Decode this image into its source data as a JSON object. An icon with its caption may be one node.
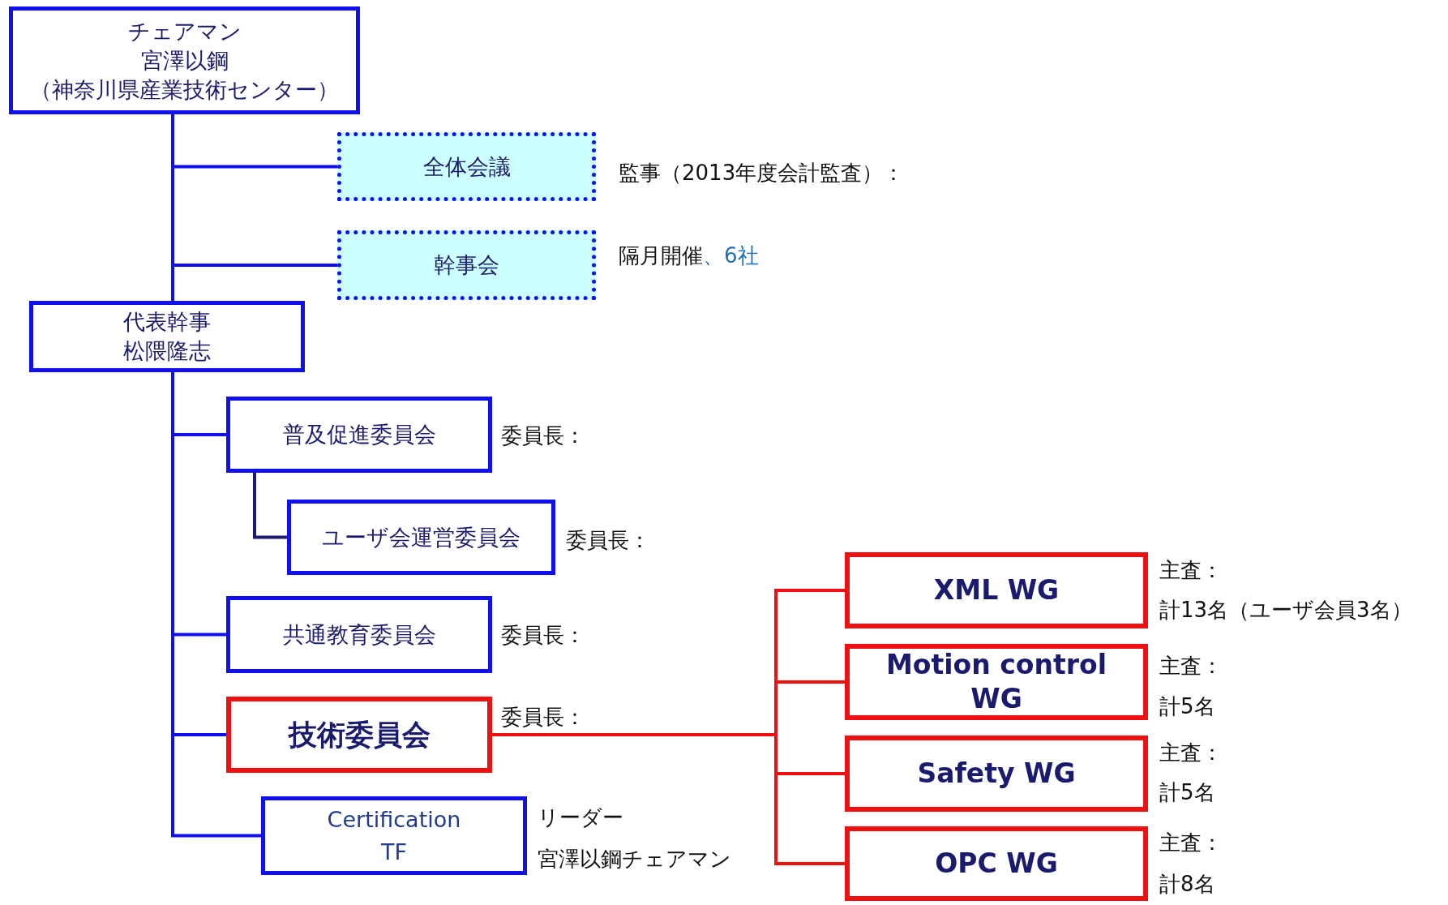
{
  "diagram": {
    "nodes": [
      {
        "text": [
          "チェアマン",
          "宮澤以鋼",
          "（神奈川県産業技術センター）"
        ]
      },
      {
        "text": [
          "全体会議"
        ],
        "beside": [
          "監事（2013年度会計監査）："
        ]
      },
      {
        "text": [
          "幹事会"
        ],
        "beside": [
          "隔月開催",
          "、6社"
        ]
      },
      {
        "text": [
          "代表幹事",
          "松隈隆志"
        ]
      },
      {
        "text": [
          "普及促進委員会"
        ],
        "beside": [
          "委員長："
        ]
      },
      {
        "text": [
          "ユーザ会運営委員会"
        ],
        "beside": [
          "委員長："
        ]
      },
      {
        "text": [
          "共通教育委員会"
        ],
        "beside": [
          "委員長："
        ]
      },
      {
        "text": [
          "技術委員会"
        ],
        "beside": [
          "委員長："
        ]
      },
      {
        "text": [
          "Certification TF"
        ],
        "beside": [
          "リーダー",
          "宮澤以鋼チェアマン"
        ]
      },
      {
        "text": [
          "XML WG"
        ],
        "beside": [
          "主査：",
          "計13名（ユーザ会員3名）"
        ]
      },
      {
        "text": [
          "Motion control WG"
        ],
        "beside": [
          "主査：",
          "計5名"
        ]
      },
      {
        "text": [
          "Safety WG"
        ],
        "beside": [
          "主査：",
          "計5名"
        ]
      },
      {
        "text": [
          "OPC WG"
        ],
        "beside": [
          "主査：",
          "計8名"
        ]
      }
    ],
    "edges": [
      {
        "from": 0,
        "to": 1,
        "arrow": "none"
      },
      {
        "from": 0,
        "to": 2,
        "arrow": "none"
      },
      {
        "from": 0,
        "to": 3,
        "arrow": "none"
      },
      {
        "from": 3,
        "to": 4,
        "arrow": "none"
      },
      {
        "from": 4,
        "to": 5,
        "arrow": "none",
        "color": "#1a1a6e"
      },
      {
        "from": 3,
        "to": 6,
        "arrow": "none"
      },
      {
        "from": 3,
        "to": 7,
        "arrow": "none"
      },
      {
        "from": 3,
        "to": 8,
        "arrow": "none"
      },
      {
        "from": 7,
        "to": 9,
        "arrow": "none",
        "color": "#ee1111"
      },
      {
        "from": 7,
        "to": 10,
        "arrow": "none",
        "color": "#ee1111"
      },
      {
        "from": 7,
        "to": 11,
        "arrow": "none",
        "color": "#ee1111"
      },
      {
        "from": 7,
        "to": 12,
        "arrow": "none",
        "color": "#ee1111"
      }
    ]
  }
}
